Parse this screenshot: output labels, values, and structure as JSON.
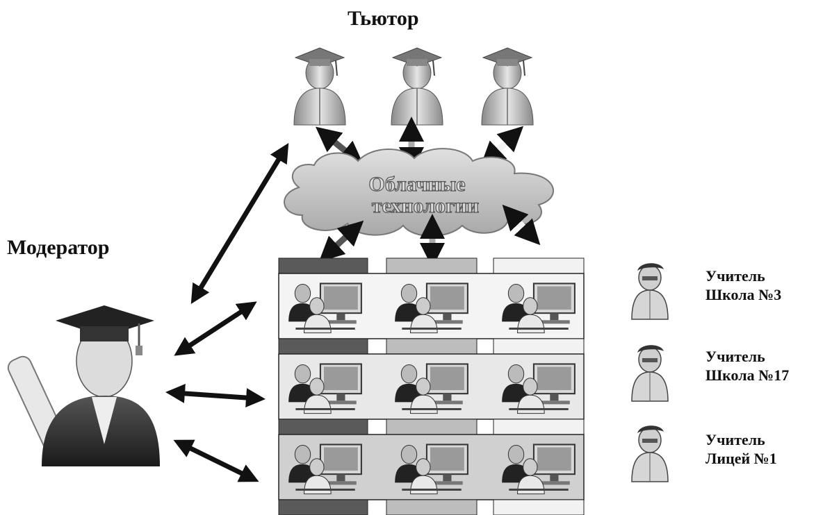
{
  "diagram": {
    "tutor_label": "Тьютор",
    "moderator_label": "Модератор",
    "cloud": {
      "line1": "Облачные",
      "line2": "технологии"
    },
    "teachers": [
      {
        "role": "Учитель",
        "school": "Школа №3"
      },
      {
        "role": "Учитель",
        "school": "Школа №17"
      },
      {
        "role": "Учитель",
        "school": "Лицей №1"
      }
    ],
    "colors": {
      "dark_bar": "#5a5a5a",
      "mid_bar": "#bdbdbd",
      "light_bar": "#f2f2f2",
      "arrow_black": "#111111",
      "cloud_fill": "#c9c9c9"
    }
  }
}
